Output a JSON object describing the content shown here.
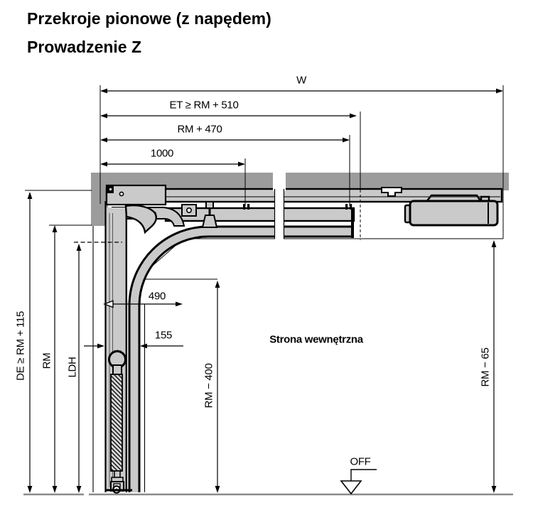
{
  "title": {
    "line1": "Przekroje pionowe (z napędem)",
    "line2": "Prowadzenie Z"
  },
  "labels": {
    "w": "W",
    "et_rm_510": "ET ≥ RM + 510",
    "rm_470": "RM + 470",
    "n1000": "1000",
    "n490": "490",
    "n155": "155",
    "rm_minus_400": "RM − 400",
    "rm_minus_65": "RM − 65",
    "de_rm_115": "DE ≥ RM + 115",
    "rm": "RM",
    "ldh": "LDH",
    "inner_side": "Strona wewnętrzna",
    "off": "OFF"
  },
  "colors": {
    "ceiling_gray": "#9c9c9c",
    "part_gray": "#cacaca",
    "floor_gray": "#8a8a8a",
    "line_black": "#000000"
  }
}
